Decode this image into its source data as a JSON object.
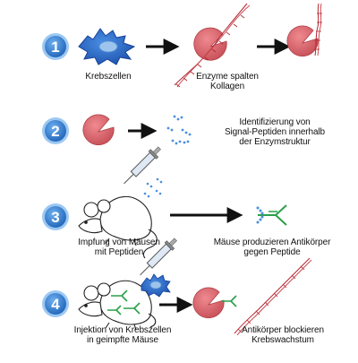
{
  "colors": {
    "badge_outer": "#7cb6ea",
    "badge_inner": "#2b78d2",
    "badge_text": "#ffffff",
    "cell_body": "#2d6fd3",
    "cell_nucleus": "#8fbbe8",
    "enzyme": "#d95e66",
    "enzyme_dark": "#b8444c",
    "collagen": "#b5242e",
    "peptide_dots": "#4a8ee0",
    "antibody": "#2aa04a",
    "arrow": "#111111",
    "syringe_outline": "#555555"
  },
  "steps": [
    {
      "number": "1",
      "captions": {
        "cancer_cells": "Krebszellen",
        "enzymes_cleave": "Enzyme spalten\nKollagen"
      }
    },
    {
      "number": "2",
      "captions": {
        "identification": "Identifizierung von\nSignal-Peptiden innerhalb\nder Enzymstruktur"
      }
    },
    {
      "number": "3",
      "captions": {
        "vaccination": "Impfung von Mäusen\nmit Peptiden",
        "antibodies": "Mäuse produzieren Antikörper\ngegen Peptide"
      }
    },
    {
      "number": "4",
      "captions": {
        "injection": "Injektion von Krebszellen\nin geimpfte Mäuse",
        "blocking": "Antikörper blockieren\nKrebswachstum"
      }
    }
  ]
}
